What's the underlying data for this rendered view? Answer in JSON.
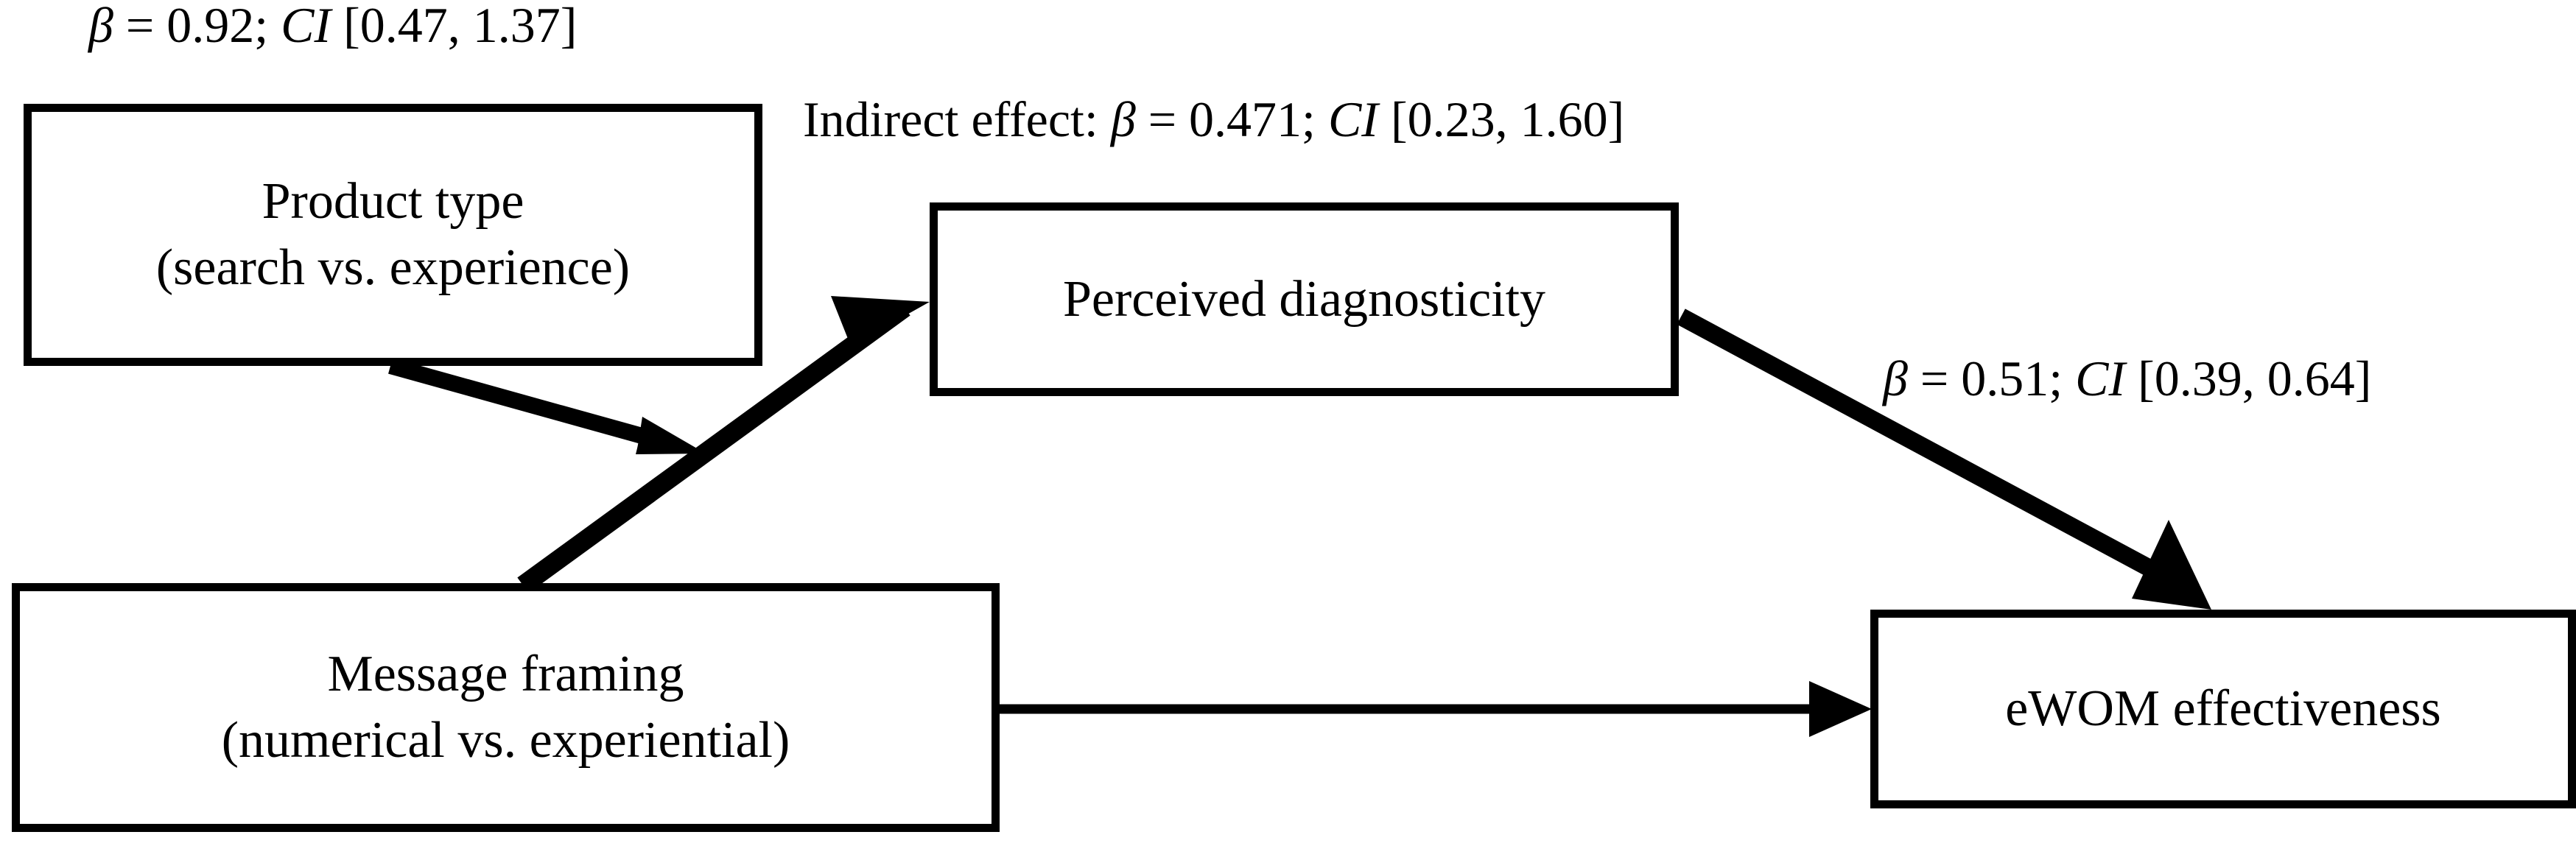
{
  "diagram": {
    "type": "mediation-model",
    "nodes": [
      {
        "id": "product-type",
        "line1": "Product type",
        "line2": "(search vs. experience)"
      },
      {
        "id": "perceived-diagnosticity",
        "line1": "Perceived diagnosticity",
        "line2": ""
      },
      {
        "id": "message-framing",
        "line1": "Message framing",
        "line2": "(numerical vs. experiential)"
      },
      {
        "id": "ewom-effectiveness",
        "line1": "eWOM effectiveness",
        "line2": ""
      }
    ],
    "labels": {
      "path_a": {
        "beta_symbol": "β",
        "eq": " = 0.92; ",
        "ci_symbol": "CI",
        "ci_values": " [0.47, 1.37]",
        "full_text": "β = 0.92; CI [0.47, 1.37]"
      },
      "indirect": {
        "prefix": "Indirect effect: ",
        "beta_symbol": "β",
        "eq": " = 0.471; ",
        "ci_symbol": "CI",
        "ci_values": " [0.23, 1.60]",
        "full_text": "Indirect effect: β = 0.471; CI [0.23, 1.60]"
      },
      "path_b": {
        "beta_symbol": "β",
        "eq": " = 0.51; ",
        "ci_symbol": "CI",
        "ci_values": " [0.39, 0.64]",
        "full_text": "β = 0.51; CI [0.39, 0.64]"
      }
    },
    "edges": [
      {
        "id": "framing-to-diagnosticity",
        "from": "message-framing",
        "to": "perceived-diagnosticity",
        "style": "thick-arrow"
      },
      {
        "id": "product-moderates-path-a",
        "from": "product-type",
        "to": "framing-to-diagnosticity",
        "style": "moderator-arrow"
      },
      {
        "id": "diagnosticity-to-ewom",
        "from": "perceived-diagnosticity",
        "to": "ewom-effectiveness",
        "style": "thick-arrow"
      },
      {
        "id": "framing-to-ewom",
        "from": "message-framing",
        "to": "ewom-effectiveness",
        "style": "thin-arrow"
      }
    ],
    "colors": {
      "stroke": "#000000",
      "fill": "#ffffff",
      "text": "#000000"
    }
  }
}
